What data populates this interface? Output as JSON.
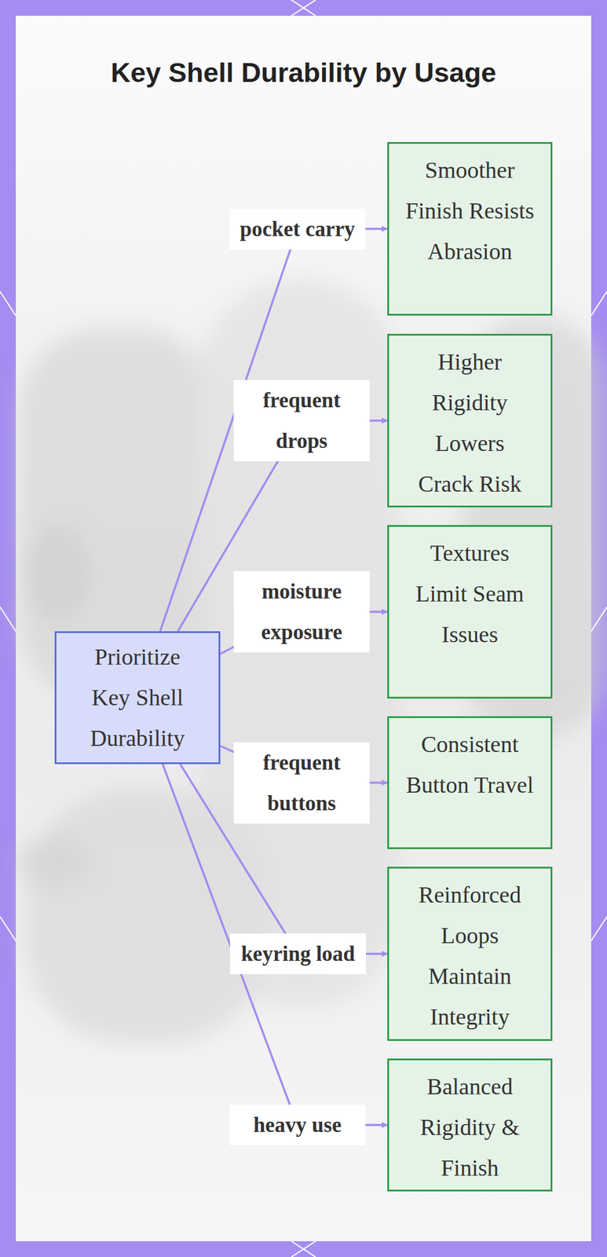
{
  "diagram": {
    "title": "Key Shell Durability by Usage",
    "nodes": [
      {
        "text": [
          "Prioritize Key Shell Durability"
        ]
      },
      {
        "text": [
          "Smoother Finish Resists Abrasion"
        ]
      },
      {
        "text": [
          "Higher Rigidity Lowers Crack Risk"
        ]
      },
      {
        "text": [
          "Textures Limit Seam Issues"
        ]
      },
      {
        "text": [
          "Consistent Button Travel"
        ]
      },
      {
        "text": [
          "Reinforced Loops Maintain Integrity"
        ]
      },
      {
        "text": [
          "Balanced Rigidity & Finish"
        ]
      }
    ],
    "edges": [
      {
        "from": 0,
        "to": 1,
        "label": "pocket carry",
        "arrow": "to"
      },
      {
        "from": 0,
        "to": 2,
        "label": "frequent drops",
        "arrow": "to"
      },
      {
        "from": 0,
        "to": 3,
        "label": "moisture exposure",
        "arrow": "to"
      },
      {
        "from": 0,
        "to": 4,
        "label": "frequent buttons",
        "arrow": "to"
      },
      {
        "from": 0,
        "to": 5,
        "label": "keyring load",
        "arrow": "to"
      },
      {
        "from": 0,
        "to": 6,
        "label": "heavy use",
        "arrow": "to"
      }
    ]
  }
}
